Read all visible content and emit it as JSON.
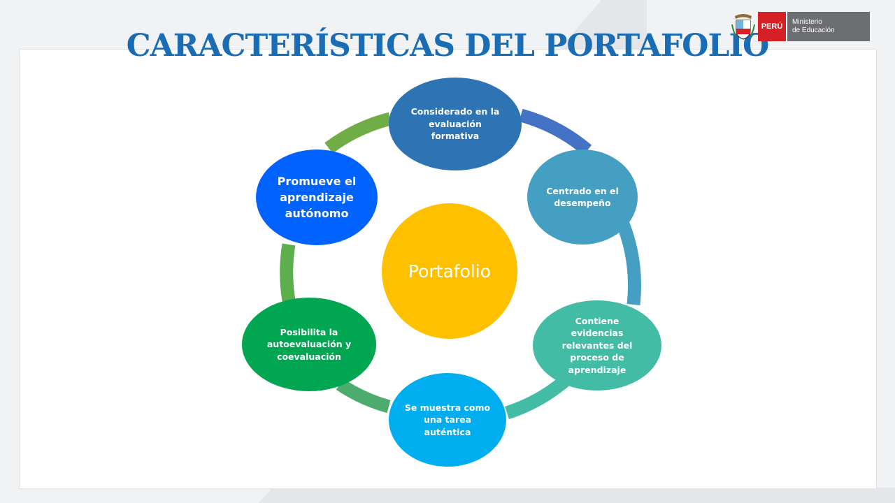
{
  "slide": {
    "title": "CARACTERÍSTICAS DEL PORTAFOLIO"
  },
  "logo": {
    "country": "PERÚ",
    "ministry_line1": "Ministerio",
    "ministry_line2": "de Educación"
  },
  "diagram": {
    "center": "Portafolio",
    "nodes": {
      "top": "Considerado en  la evaluación formativa",
      "right_upper": "Centrado en el desempeño",
      "right_lower": "Contiene evidencias relevantes  del proceso de aprendizaje",
      "bottom": "Se muestra como una tarea auténtica",
      "left_lower": "Posibilita la autoevaluación y coevaluación",
      "left_upper": "Promueve  el aprendizaje autónomo"
    }
  },
  "colors": {
    "title": "#1a6db5",
    "center": "#ffc000",
    "top": "#2e74b5",
    "right_upper": "#459fc3",
    "right_lower": "#43bca6",
    "bottom": "#00adef",
    "left_lower": "#00a651",
    "left_upper": "#0062ff"
  }
}
